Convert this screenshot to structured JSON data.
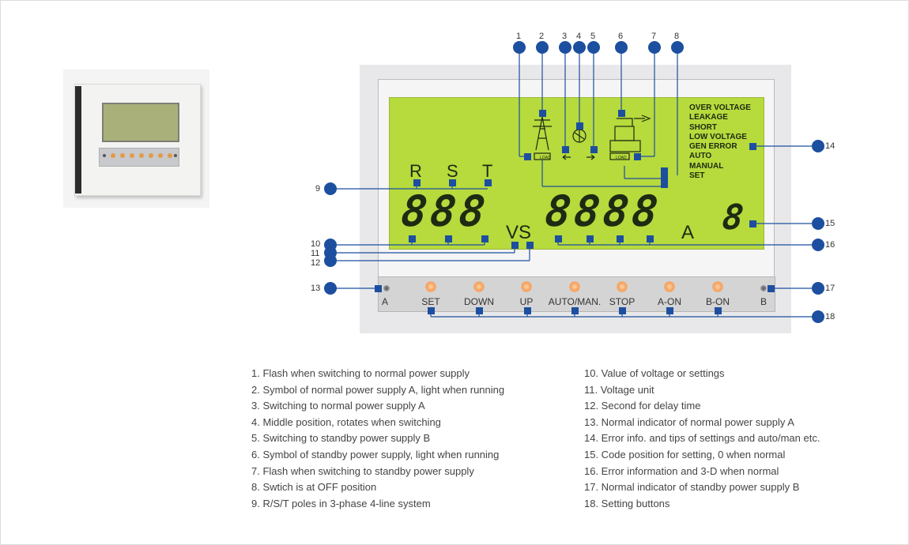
{
  "callouts": {
    "n1": "1",
    "n2": "2",
    "n3": "3",
    "n4": "4",
    "n5": "5",
    "n6": "6",
    "n7": "7",
    "n8": "8",
    "n9": "9",
    "n10": "10",
    "n11": "11",
    "n12": "12",
    "n13": "13",
    "n14": "14",
    "n15": "15",
    "n16": "16",
    "n17": "17",
    "n18": "18"
  },
  "lcd": {
    "phase_r": "R",
    "phase_s": "S",
    "phase_t": "T",
    "digits_left": "888",
    "unit_vs": "VS",
    "digits_right": "8888",
    "unit_a": "A",
    "code_digit": "8",
    "load_label": "LOAD",
    "status_lines": [
      "OVER VOLTAGE",
      "LEAKAGE",
      "SHORT",
      "LOW VOLTAGE",
      "GEN ERROR",
      "AUTO",
      "MANUAL",
      "SET"
    ]
  },
  "buttons": {
    "indicator_a": "A",
    "set": "SET",
    "down": "DOWN",
    "up": "UP",
    "auto_man": "AUTO/MAN.",
    "stop": "STOP",
    "a_on": "A-ON",
    "b_on": "B-ON",
    "indicator_b": "B"
  },
  "legend_left": [
    "1. Flash when switching to normal power supply",
    "2. Symbol of normal power supply A, light when running",
    "3. Switching to normal power supply A",
    "4. Middle position, rotates when switching",
    "5. Switching to standby power supply B",
    "6. Symbol of standby power supply, light when running",
    "7. Flash when switching to standby power supply",
    "8. Swtich is at OFF position",
    "9. R/S/T poles in 3-phase 4-line system"
  ],
  "legend_right": [
    "10. Value of voltage or settings",
    "11. Voltage unit",
    "12. Second for delay time",
    "13. Normal indicator of normal power supply A",
    "14. Error info. and tips of settings and auto/man etc.",
    "15. Code position for setting, 0 when normal",
    "16. Error information and 3-D when normal",
    "17. Normal indicator of standby power supply B",
    "18. Setting buttons"
  ],
  "colors": {
    "lcd_green": "#b7da3d",
    "callout_blue": "#1c4f9f",
    "button_orange": "#f2a060"
  }
}
